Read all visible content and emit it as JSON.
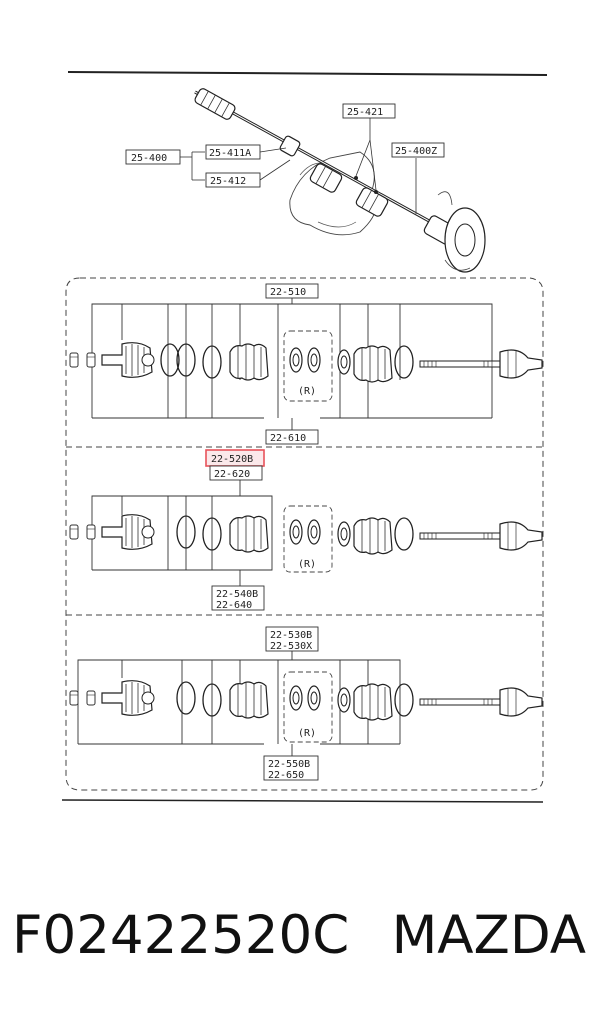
{
  "diagram": {
    "top_labels": {
      "l_25_421": "25-421",
      "l_25_411a": "25-411A",
      "l_25_400": "25-400",
      "l_25_400z": "25-400Z",
      "l_25_412": "25-412"
    },
    "section1": {
      "top_label": "22-510",
      "bottom_label": "22-610",
      "group_mark": "(R)"
    },
    "section2": {
      "top_label_highlighted": "22-520B",
      "top_label_2": "22-620",
      "bottom_label_1": "22-540B",
      "bottom_label_2": "22-640",
      "group_mark": "(R)"
    },
    "section3": {
      "top_label_1": "22-530B",
      "top_label_2": "22-530X",
      "bottom_label_1": "22-550B",
      "bottom_label_2": "22-650",
      "group_mark": "(R)"
    },
    "highlight_color": "#e8525a"
  },
  "caption": {
    "part_number": "F02422520C",
    "brand": "MAZDA"
  }
}
